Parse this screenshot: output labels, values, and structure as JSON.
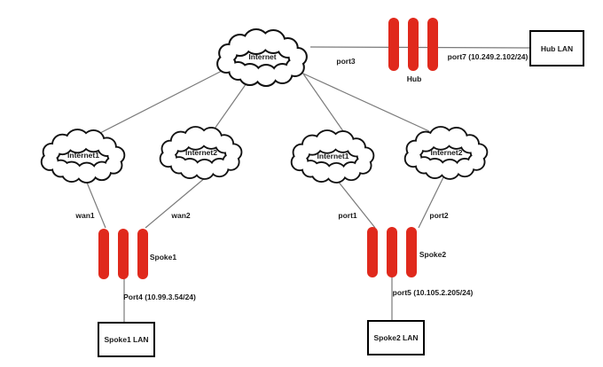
{
  "colors": {
    "router_red": "#e0291c",
    "line_gray": "#7a7a7a"
  },
  "clouds": {
    "internet": {
      "label": "Internet"
    },
    "left_internet1": {
      "label": "Internet1"
    },
    "left_internet2": {
      "label": "Internet2"
    },
    "right_internet1": {
      "label": "Internet1"
    },
    "right_internet2": {
      "label": "Internet2"
    }
  },
  "routers": {
    "hub": {
      "label": "Hub"
    },
    "spoke1": {
      "label": "Spoke1"
    },
    "spoke2": {
      "label": "Spoke2"
    }
  },
  "lan_boxes": {
    "hub_lan": {
      "label": "Hub LAN"
    },
    "spoke1_lan": {
      "label": "Spoke1 LAN"
    },
    "spoke2_lan": {
      "label": "Spoke2 LAN"
    }
  },
  "link_labels": {
    "hub_uplink": "port3",
    "hub_lan_port": "port7 (10.249.2.102/24)",
    "spoke1_wan1": "wan1",
    "spoke1_wan2": "wan2",
    "spoke2_port1": "port1",
    "spoke2_port2": "port2",
    "spoke1_lan_port": "Port4 (10.99.3.54/24)",
    "spoke2_lan_port": "port5 (10.105.2.205/24)"
  }
}
